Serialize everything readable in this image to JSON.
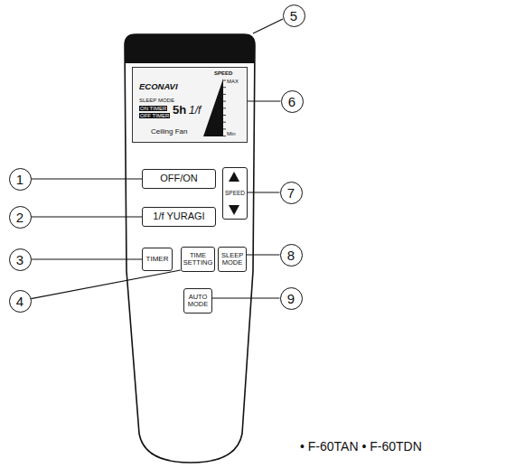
{
  "diagram": {
    "caption": "• F-60TAN • F-60TDN",
    "nodes": [
      {
        "text": [
          "5"
        ]
      },
      {
        "text": [
          "SPEED",
          "ECONAVI",
          "SLEEP MODE",
          "ON TIMER",
          "OFF TIMER",
          "5h",
          "1/f",
          "MAX",
          "Min",
          "Ceiling Fan"
        ]
      },
      {
        "text": [
          "6"
        ]
      },
      {
        "text": [
          "1"
        ]
      },
      {
        "text": [
          "OFF/ON"
        ]
      },
      {
        "text": [
          "SPEED"
        ]
      },
      {
        "text": [
          "7"
        ]
      },
      {
        "text": [
          "2"
        ]
      },
      {
        "text": [
          "1/f YURAGI"
        ]
      },
      {
        "text": [
          "3"
        ]
      },
      {
        "text": [
          "TIMER"
        ]
      },
      {
        "text": [
          "TIME SETTING"
        ]
      },
      {
        "text": [
          "SLEEP MODE"
        ]
      },
      {
        "text": [
          "8"
        ]
      },
      {
        "text": [
          "4"
        ]
      },
      {
        "text": [
          "AUTO MODE"
        ]
      },
      {
        "text": [
          "9"
        ]
      }
    ],
    "edges": [
      {
        "from": 2,
        "to": 1,
        "arrow": "none"
      },
      {
        "from": 3,
        "to": 4,
        "arrow": "none"
      },
      {
        "from": 6,
        "to": 5,
        "arrow": "none"
      },
      {
        "from": 7,
        "to": 8,
        "arrow": "none"
      },
      {
        "from": 9,
        "to": 10,
        "arrow": "none"
      },
      {
        "from": 14,
        "to": 11,
        "arrow": "none"
      },
      {
        "from": 13,
        "to": 12,
        "arrow": "none"
      },
      {
        "from": 16,
        "to": 15,
        "arrow": "none"
      }
    ]
  }
}
